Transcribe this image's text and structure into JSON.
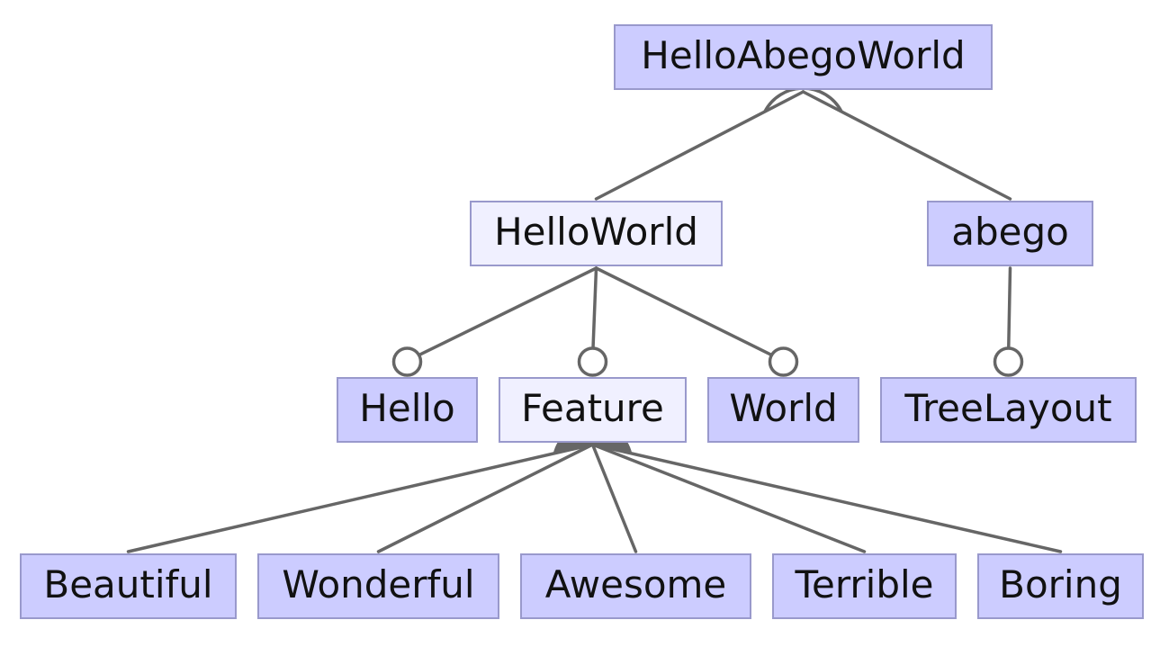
{
  "colors": {
    "concrete_fill": "#ccccff",
    "abstract_fill": "#f0f0ff",
    "border": "#9999cc",
    "edge": "#666666"
  },
  "nodes": [
    {
      "id": "root",
      "label": "HelloAbegoWorld",
      "kind": "concrete"
    },
    {
      "id": "helloworld",
      "label": "HelloWorld",
      "kind": "abstract"
    },
    {
      "id": "abego",
      "label": "abego",
      "kind": "concrete"
    },
    {
      "id": "hello",
      "label": "Hello",
      "kind": "concrete"
    },
    {
      "id": "feature",
      "label": "Feature",
      "kind": "abstract"
    },
    {
      "id": "world",
      "label": "World",
      "kind": "concrete"
    },
    {
      "id": "treelayout",
      "label": "TreeLayout",
      "kind": "concrete"
    },
    {
      "id": "beautiful",
      "label": "Beautiful",
      "kind": "concrete"
    },
    {
      "id": "wonderful",
      "label": "Wonderful",
      "kind": "concrete"
    },
    {
      "id": "awesome",
      "label": "Awesome",
      "kind": "concrete"
    },
    {
      "id": "terrible",
      "label": "Terrible",
      "kind": "concrete"
    },
    {
      "id": "boring",
      "label": "Boring",
      "kind": "concrete"
    }
  ],
  "edges": [
    {
      "from": "root",
      "to": "helloworld",
      "optional": false
    },
    {
      "from": "root",
      "to": "abego",
      "optional": false
    },
    {
      "from": "helloworld",
      "to": "hello",
      "optional": true
    },
    {
      "from": "helloworld",
      "to": "feature",
      "optional": true
    },
    {
      "from": "helloworld",
      "to": "world",
      "optional": true
    },
    {
      "from": "abego",
      "to": "treelayout",
      "optional": true
    },
    {
      "from": "feature",
      "to": "beautiful",
      "optional": false
    },
    {
      "from": "feature",
      "to": "wonderful",
      "optional": false
    },
    {
      "from": "feature",
      "to": "awesome",
      "optional": false
    },
    {
      "from": "feature",
      "to": "terrible",
      "optional": false
    },
    {
      "from": "feature",
      "to": "boring",
      "optional": false
    }
  ],
  "groups": [
    {
      "parent": "root",
      "type": "and"
    },
    {
      "parent": "feature",
      "type": "or"
    }
  ]
}
